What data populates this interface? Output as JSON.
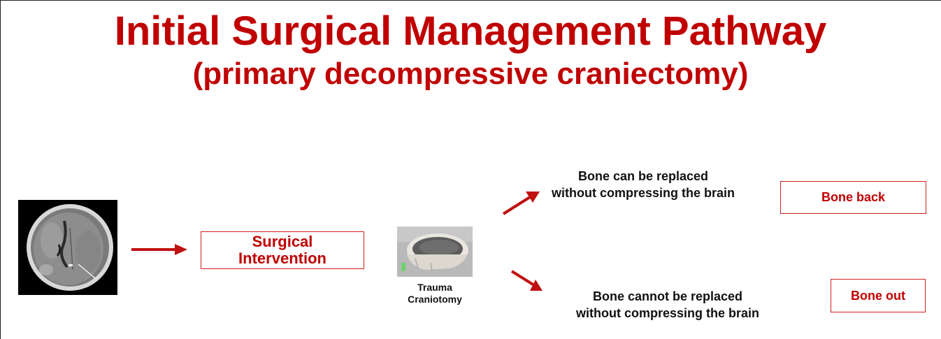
{
  "title": {
    "main": "Initial Surgical Management Pathway",
    "sub": "(primary decompressive craniectomy)"
  },
  "ct_image": {
    "icon": "ct-scan-brain-image"
  },
  "nodes": {
    "surgical": {
      "line1": "Surgical",
      "line2": "Intervention"
    },
    "craniotomy": {
      "icon": "skull-model-image",
      "line1": "Trauma",
      "line2": "Craniotomy"
    },
    "branch_top": {
      "line1": "Bone can be replaced",
      "line2": "without compressing the brain"
    },
    "branch_bottom": {
      "line1": "Bone cannot be replaced",
      "line2": "without compressing the brain"
    },
    "bone_back": "Bone back",
    "bone_out": "Bone out"
  },
  "colors": {
    "accent": "#c00000",
    "box_border": "#d02020",
    "text": "#111111"
  }
}
